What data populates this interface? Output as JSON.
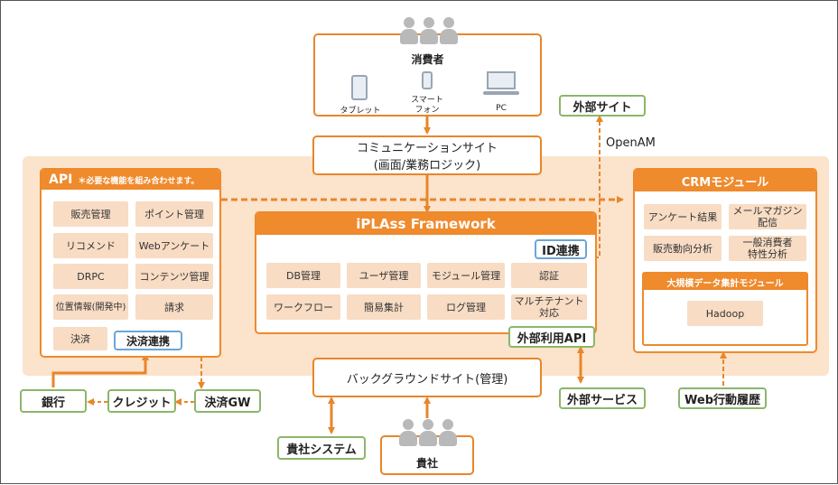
{
  "consumer": {
    "title": "消費者",
    "devices": {
      "tablet": "タブレット",
      "smartphone_line1": "スマート",
      "smartphone_line2": "フォン",
      "pc": "PC"
    }
  },
  "communication_site": {
    "line1": "コミュニケーションサイト",
    "line2": "(画面/業務ロジック)"
  },
  "external_site": "外部サイト",
  "openam_label": "OpenAM",
  "api_panel": {
    "title": "API",
    "note": "＊必要な機能を組み合わせます。",
    "cells": [
      "販売管理",
      "ポイント管理",
      "リコメンド",
      "Webアンケート",
      "DRPC",
      "コンテンツ管理",
      "位置情報(開発中)",
      "請求",
      "決済"
    ],
    "payment_link": "決済連携"
  },
  "framework": {
    "title": "iPLAss Framework",
    "id_link": "ID連携",
    "cells": [
      "DB管理",
      "ユーザ管理",
      "モジュール管理",
      "認証",
      "ワークフロー",
      "簡易集計",
      "ログ管理"
    ],
    "multi_tenant_line1": "マルチテナント",
    "multi_tenant_line2": "対応",
    "external_api": "外部利用API"
  },
  "crm_panel": {
    "title": "CRMモジュール",
    "cells": [
      "アンケート結果",
      "販売動向分析"
    ],
    "mail_line1": "メールマガジン",
    "mail_line2": "配信",
    "consumer_line1": "一般消費者",
    "consumer_line2": "特性分析",
    "bigdata_title": "大規模データ集計モジュール",
    "hadoop": "Hadoop"
  },
  "background_site": "バックグラウンドサイト(管理)",
  "external_service": "外部サービス",
  "web_history": "Web行動履歴",
  "bank": "銀行",
  "credit": "クレジット",
  "payment_gw": "決済GW",
  "company_system": "貴社システム",
  "company": "貴社",
  "colors": {
    "orange": "#ef8a2d",
    "peach": "#fbe3cc",
    "cell": "#f8dcc4",
    "green": "#8bb66a",
    "blue": "#6aa6d8"
  }
}
